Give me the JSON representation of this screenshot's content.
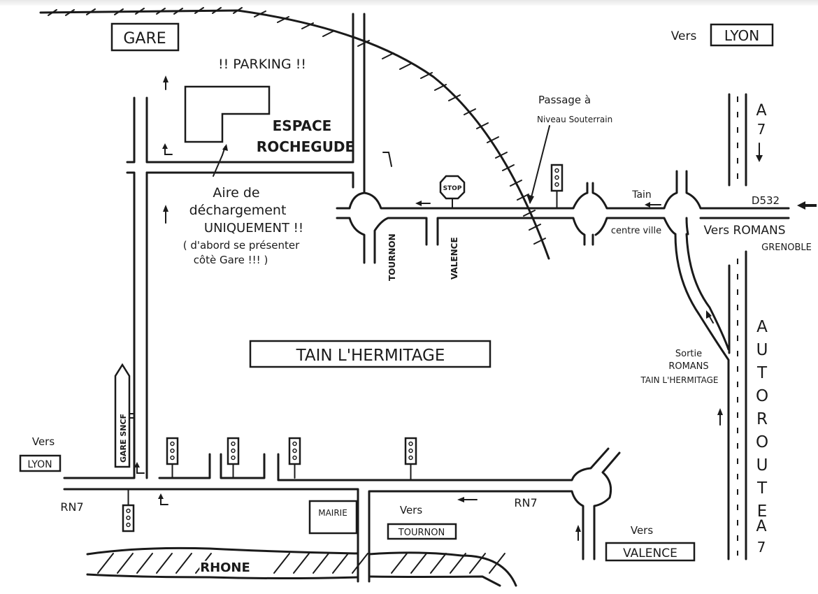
{
  "map": {
    "town_label": "TAIN L'HERMITAGE",
    "labels": {
      "gare": "GARE",
      "parking": "!! PARKING !!",
      "espace_line1": "ESPACE",
      "espace_line2": "ROCHEGUDE",
      "aire_line1": "Aire de",
      "aire_line2": "déchargement",
      "aire_line3": "UNIQUEMENT !!",
      "aire_line4": "( d'abord se présenter",
      "aire_line5": "côtè Gare !!! )",
      "passage_line1": "Passage à",
      "passage_line2": "Niveau Souterrain",
      "stop": "STOP",
      "tournon_vertical": "TOURNON",
      "valence_vertical": "VALENCE",
      "tain": "Tain",
      "centre_ville": "centre ville",
      "d532": "D532",
      "vers_romans": "Vers  ROMANS",
      "grenoble": "GRENOBLE",
      "a7_top_a": "A",
      "a7_top_7": "7",
      "autoroute_letters": [
        "A",
        "U",
        "T",
        "O",
        "R",
        "O",
        "U",
        "T",
        "E"
      ],
      "a7_bottom_a": "A",
      "a7_bottom_7": "7",
      "sortie_line1": "Sortie",
      "sortie_line2": "ROMANS",
      "sortie_line3": "TAIN L'HERMITAGE",
      "vers_lyon_top": "Vers",
      "lyon_top": "LYON",
      "vers_lyon_left": "Vers",
      "lyon_left": "LYON",
      "gare_sncf": "GARE  SNCF",
      "rn7_left": "RN7",
      "rn7_right": "RN7",
      "mairie": "MAIRIE",
      "vers_tournon": "Vers",
      "tournon": "TOURNON",
      "vers_valence": "Vers",
      "valence": "VALENCE",
      "rhone": "RHONE"
    }
  }
}
